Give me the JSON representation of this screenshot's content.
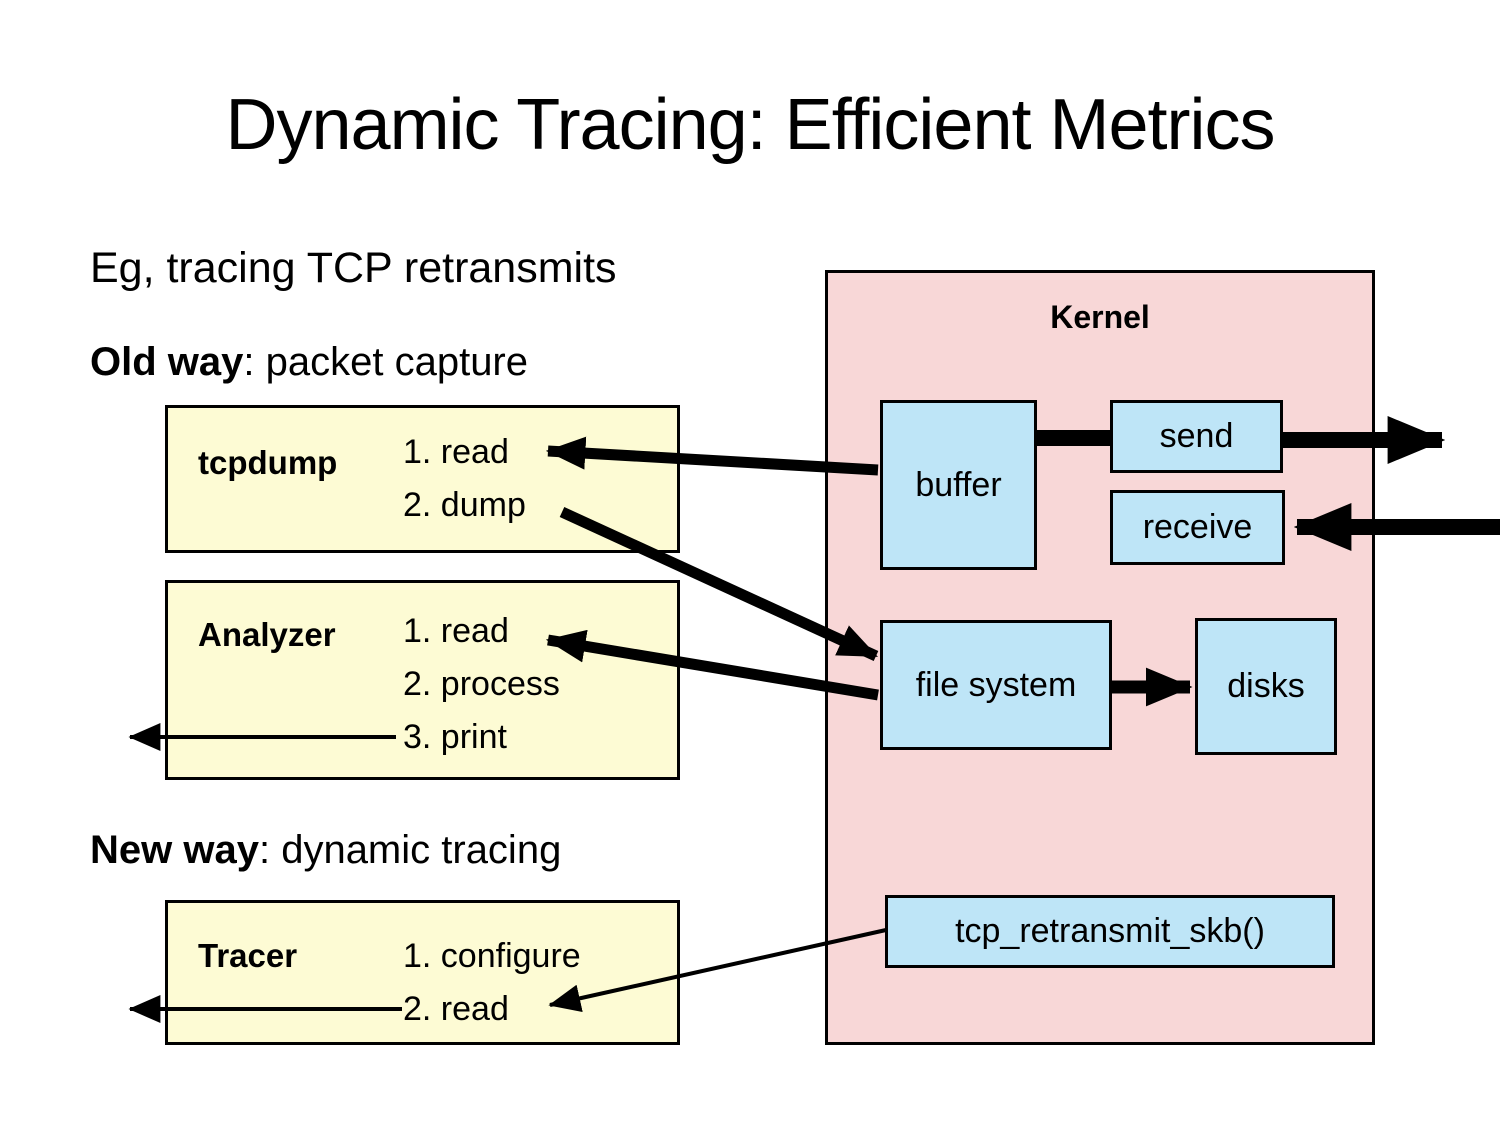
{
  "title": "Dynamic Tracing: Efficient Metrics",
  "subtitle": "Eg, tracing TCP retransmits",
  "old_way": {
    "label": "Old way",
    "rest": ": packet capture"
  },
  "new_way": {
    "label": "New way",
    "rest": ": dynamic tracing"
  },
  "boxes": {
    "tcpdump": {
      "name": "tcpdump",
      "steps": [
        "1. read",
        "2. dump"
      ]
    },
    "analyzer": {
      "name": "Analyzer",
      "steps": [
        "1. read",
        "2. process",
        "3. print"
      ]
    },
    "tracer": {
      "name": "Tracer",
      "steps": [
        "1. configure",
        "2. read"
      ]
    }
  },
  "kernel": {
    "label": "Kernel",
    "nodes": {
      "buffer": "buffer",
      "send": "send",
      "receive": "receive",
      "file_system": "file system",
      "disks": "disks",
      "tcp_retransmit": "tcp_retransmit_skb()"
    }
  },
  "colors": {
    "kernel_bg": "#f8d7d7",
    "process_bg": "#fdfbd4",
    "node_bg": "#bee5f7",
    "border": "#000000"
  }
}
